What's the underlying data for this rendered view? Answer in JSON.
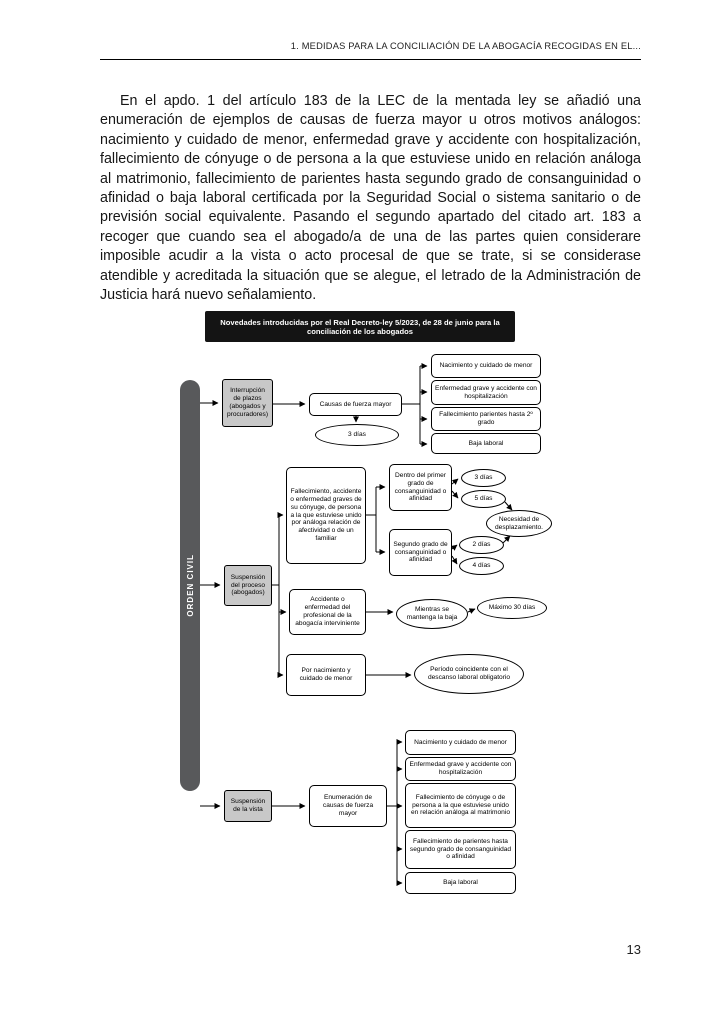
{
  "header": {
    "running_title": "1. MEDIDAS PARA LA CONCILIACIÓN DE LA ABOGACÍA RECOGIDAS EN EL..."
  },
  "body": {
    "paragraph": "En el apdo. 1 del artículo 183 de la LEC de la mentada ley se añadió una enumeración de ejemplos de causas de fuerza mayor u otros motivos análogos: nacimiento y cuidado de menor, enfermedad grave y accidente con hospitalización, fallecimiento de cónyuge o de persona a la que estuviese unido en relación análoga al matrimonio, fallecimiento de parientes hasta segundo grado de consanguinidad o afinidad o baja laboral certificada por la Seguridad Social o sistema sanitario o de previsión social equivalente. Pasando el segundo apartado del citado art. 183 a recoger que cuando sea el abogado/a de una de las partes quien considerare imposible acudir a la vista o acto procesal de que se trate, si se considerase atendible y acreditada la situación que se alegue, el letrado de la Administración de Justicia hará nuevo señalamiento."
  },
  "footer": {
    "page_number": "13"
  },
  "diagram": {
    "title": "Novedades introducidas por el Real Decreto-ley 5/2023, de 28 de junio para la conciliación de los abogados",
    "spine_label": "ORDEN CIVIL",
    "interrupcion_plazos": {
      "label": "Interrupción de plazos (abogados y procuradores)",
      "causa": "Causas de fuerza mayor",
      "duracion": "3 días",
      "items": [
        "Nacimiento y cuidado de menor",
        "Enfermedad grave y accidente con hospitalización",
        "Fallecimiento parientes hasta 2º grado",
        "Baja laboral"
      ]
    },
    "suspension_proceso": {
      "label": "Suspensión del proceso (abogados)",
      "causa_familiar": {
        "label": "Fallecimiento, accidente o enfermedad graves de su cónyuge, de persona a la que estuviese unido por análoga relación de afectividad o de un familiar",
        "primer_grado": "Dentro del primer grado de consanguinidad o afinidad",
        "primer_grado_dias": [
          "3 días",
          "5 días"
        ],
        "segundo_grado": "Segundo grado de consanguinidad o afinidad",
        "segundo_grado_dias": [
          "2 días",
          "4 días"
        ],
        "desplazamiento": "Necesidad de desplazamiento."
      },
      "causa_profesional": {
        "label": "Accidente o enfermedad del profesional de la abogacía interviniente",
        "duracion": "Mientras se mantenga la baja",
        "limite": "Máximo 30 días"
      },
      "causa_nacimiento": {
        "label": "Por nacimiento y cuidado de menor",
        "duracion": "Período coincidente con el descanso laboral obligatorio"
      }
    },
    "suspension_vista": {
      "label": "Suspensión de la vista",
      "causa": "Enumeración de causas de fuerza mayor",
      "items": [
        "Nacimiento y cuidado de menor",
        "Enfermedad grave y accidente con hospitalización",
        "Fallecimiento de cónyuge o de persona a la que estuviese unido en relación análoga al matrimonio",
        "Fallecimiento de parientes hasta segundo grado de consanguinidad o afinidad",
        "Baja laboral"
      ]
    }
  }
}
